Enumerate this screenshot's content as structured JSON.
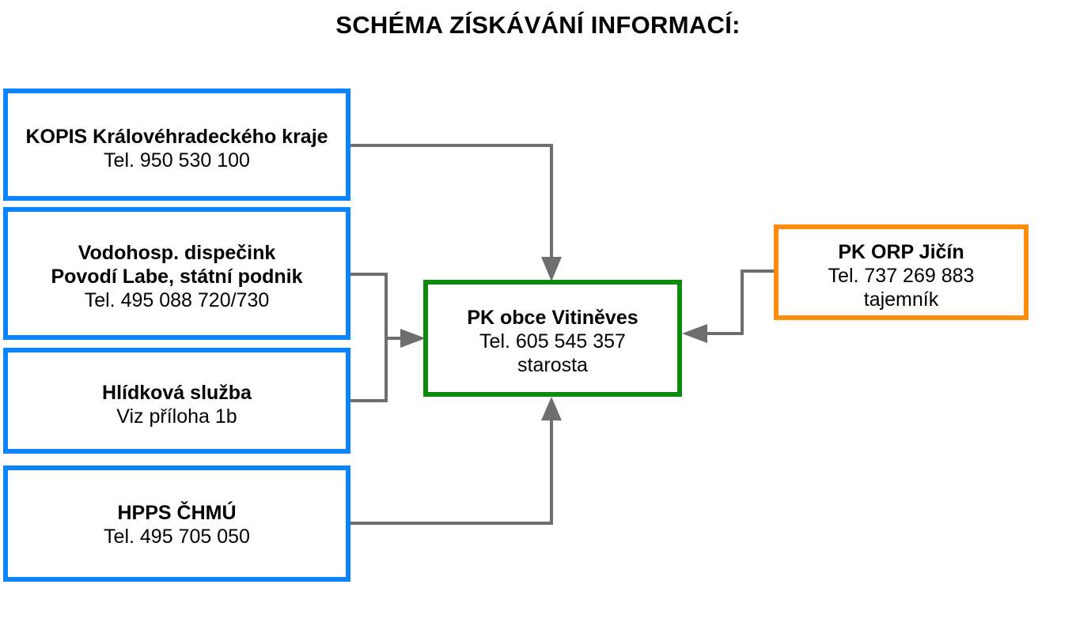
{
  "title": "SCHÉMA ZÍSKÁVÁNÍ INFORMACÍ:",
  "colors": {
    "source_border": "#0a84ff",
    "center_border": "#0b8a0b",
    "orp_border": "#ff8c0a",
    "connector": "#6e6e6e"
  },
  "sources": {
    "kopis": {
      "name": "KOPIS Královéhradeckého kraje",
      "phone": "Tel. 950 530 100"
    },
    "povodi": {
      "name_line1": "Vodohosp. dispečink",
      "name_line2": "Povodí Labe, státní podnik",
      "phone": "Tel. 495 088 720/730"
    },
    "hlidkova": {
      "name": "Hlídková služba",
      "note": "Viz příloha 1b"
    },
    "chmu": {
      "name": "HPPS ČHMÚ",
      "phone": "Tel. 495 705 050"
    }
  },
  "center": {
    "name": "PK obce Vitiněves",
    "phone": "Tel. 605 545 357",
    "role": "starosta"
  },
  "orp": {
    "name": "PK ORP Jičín",
    "phone": "Tel. 737 269 883",
    "role": "tajemník"
  }
}
